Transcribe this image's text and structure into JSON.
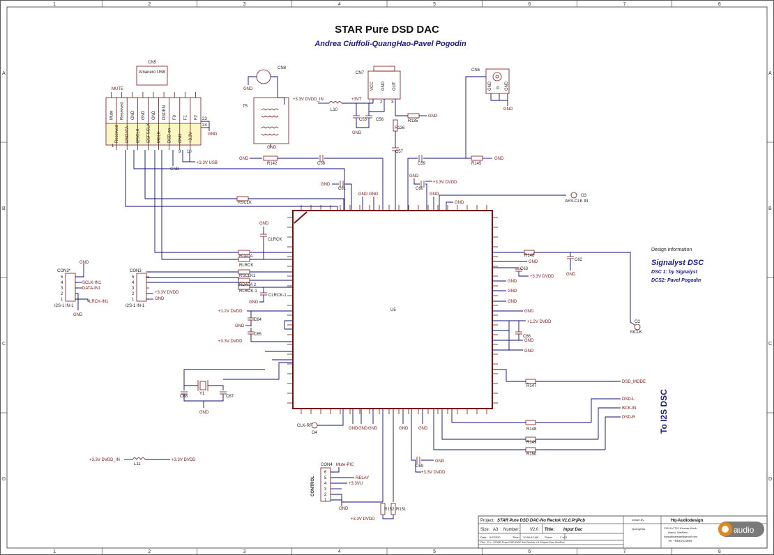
{
  "header": {
    "title": "STAR Pure DSD DAC",
    "authors": "Andrea Ciuffoli-QuangHao-Pavel Pogodin"
  },
  "zones": {
    "columns": [
      "1",
      "2",
      "3",
      "4",
      "5",
      "6",
      "7",
      "8"
    ],
    "rows": [
      "A",
      "B",
      "C",
      "D"
    ]
  },
  "design_info": {
    "heading": "Design information",
    "title": "Signalyst DSC",
    "line1": "DSC 1:  by Signalyst",
    "line2": "DCS2: Pavel Pogodin"
  },
  "side_label": "To I2S DSC",
  "chip": {
    "ref": "U5"
  },
  "connectors": {
    "cn5": {
      "ref": "CN5",
      "name": "Amanero USB"
    },
    "cn5_top_pins": [
      "Mute",
      "Reserved",
      "GND",
      "GND",
      "GND",
      "DSDEN",
      "F0",
      "F1",
      "F2"
    ],
    "cn5_bottom_pins": [
      "Reserved",
      "I2SDATA",
      "I2SCLK",
      "I2SFSCLK",
      "MCLK",
      "DSD on",
      "GND",
      "+3.3V"
    ],
    "cn5_numbers": [
      "1",
      "23",
      "24",
      "9",
      "10"
    ],
    "cn8": "CN8",
    "cn7": {
      "ref": "CN7",
      "pins": [
        "VCC",
        "GND",
        "OUT"
      ],
      "nums": [
        "1",
        "2",
        "3"
      ]
    },
    "cn6": {
      "ref": "CN6",
      "pins": [
        "GND",
        "G",
        "GND"
      ]
    },
    "con3a": {
      "ref": "CON3*",
      "sub": "I2S-1 IN-1",
      "pins": [
        "5",
        "4",
        "3",
        "2",
        "1"
      ]
    },
    "con3b": {
      "ref": "CON3",
      "sub": "I2S-1 IN-1",
      "pins": [
        "5",
        "4",
        "3",
        "2",
        "1"
      ]
    },
    "con4": {
      "ref": "CON4",
      "side": "CONTROL",
      "pins": [
        "6",
        "5",
        "4",
        "3",
        "2",
        "1"
      ]
    },
    "t5": "T5"
  },
  "nets": {
    "mute": "MUTE",
    "v33_usb": "+3.3V USB",
    "v33_dvdd_in": "+3.3V DVDD_IN",
    "v3vt": "+3VT",
    "v33_dvdd": "+3.3V DVDD",
    "v12_dvdd": "+1.2V DVDD",
    "sclk_in1": "SCLK-IN1",
    "data_in1": "DATA-IN1",
    "lrck_in1": "LRCK-IN1",
    "aes": "AES-CLK IN",
    "mclk": "MCLK",
    "clk_rf": "CLK-RF",
    "dsd_mode": "DSD_MODE",
    "dsd_l": "DSD-L",
    "bck_in": "BCK-IN",
    "dsd_r": "DSD-R",
    "mute_pic": "Mute-PIC",
    "relay": "RELAY",
    "v33u": "+3.3VU",
    "gnd": "GND"
  },
  "refs": {
    "r142": "R142",
    "c58": "C58",
    "l10": "L10",
    "c55": "C55",
    "c56": "C56",
    "r135": "R135",
    "r136": "R136",
    "c57": "C57",
    "c59": "C59",
    "r145": "R145",
    "c61": "C61",
    "c60": "C60",
    "o3": "O3",
    "rsclk": "RSCLK",
    "clrck": "CLRCK",
    "rdata": "RDATA",
    "rlrck": "RLRCK",
    "rsclk1": "RSCLK1",
    "rdata2": "RDATA 2",
    "rlrck1": "RLRCK-1",
    "clrck1": "CLRCK-1",
    "c64": "C64",
    "c65": "C65",
    "c68": "C68",
    "y1": "Y1",
    "c67": "C67",
    "l11": "L11",
    "r146": "R146",
    "c62": "C62",
    "c63": "C63",
    "c66": "C66",
    "o2": "O2",
    "r147": "R147",
    "r148": "R148",
    "r149": "R149",
    "r150": "R150",
    "o4": "O4",
    "c69": "C69",
    "r152": "R152",
    "r151": "R151"
  },
  "title_block": {
    "project_label": "Project:",
    "project": "STAR Pure DSD DAC-No Reclok V1.0.PrjPcb",
    "size_label": "Size:",
    "size": "A3",
    "number_label": "Number:",
    "revision": "V2.0",
    "title_label": "Title:",
    "title": "Input Dac",
    "date_label": "Date:",
    "date": "5/7/2020",
    "time_label": "Time:",
    "time": "10:56:42 AM",
    "sheet_label": "Sheet:",
    "sheet": "3  of  3",
    "file_label": "File:",
    "file": "E:\\...\\STAR Pure DSD DAC-No Reclok V1.0\\Input Dac.SchDoc",
    "drawn_label": "Drawn By",
    "drawn_by": "QuangHao",
    "company": "Hq-Audiodesign",
    "addr1": "P1116-CT11 Kimvan-Kimlu",
    "addr2": "Hanoi, VietNam",
    "email": "hqaudiodesign@gmail.com",
    "tel": "Tel: +84902529899",
    "logo_text": "audio"
  }
}
